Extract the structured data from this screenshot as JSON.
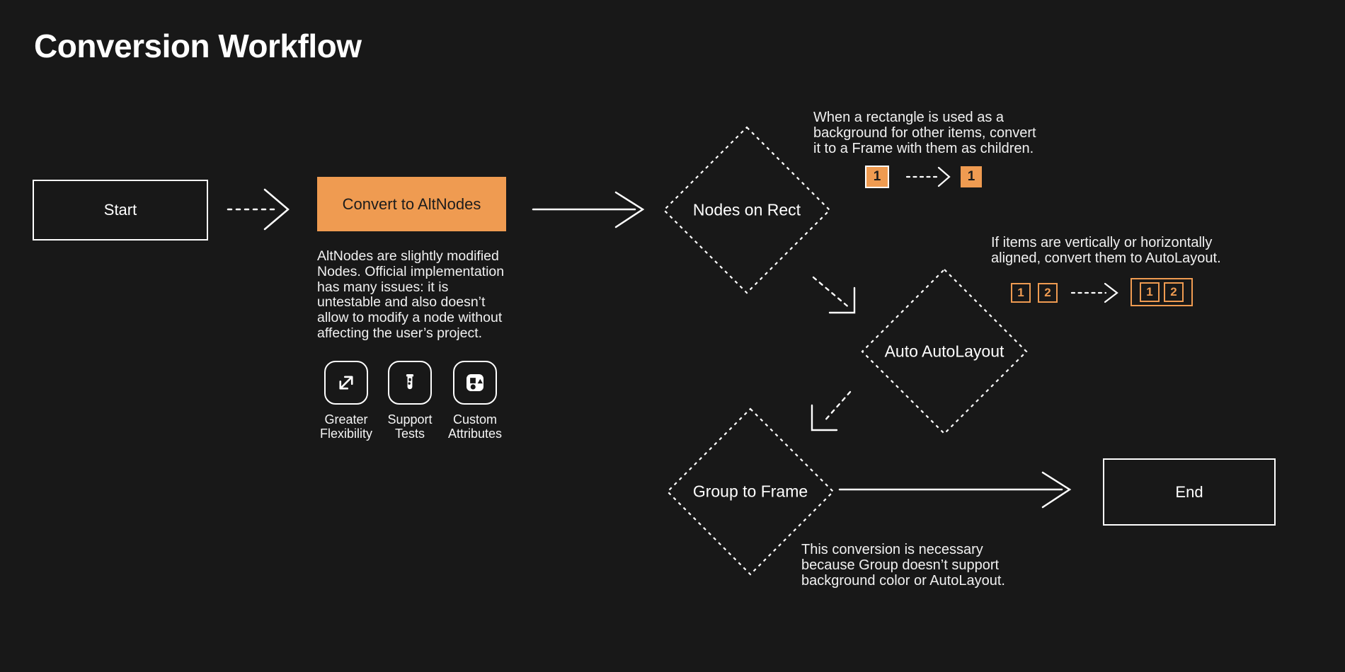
{
  "colors": {
    "background": "#181818",
    "accent": "#EF9B51",
    "stroke": "#FFFFFF"
  },
  "header": {
    "title": "Conversion Workflow"
  },
  "flow": {
    "start": {
      "label": "Start"
    },
    "convert_to_altnodes": {
      "label": "Convert to AltNodes",
      "description": "AltNodes are slightly modified\nNodes. Official implementation\nhas many issues: it is\nuntestable and also doesn’t\nallow to modify a node without\naffecting the user’s project.",
      "features": [
        {
          "icon": "expand-arrows-icon",
          "label": "Greater\nFlexibility"
        },
        {
          "icon": "test-tube-icon",
          "label": "Support\nTests"
        },
        {
          "icon": "shapes-icon",
          "label": "Custom\nAttributes"
        }
      ]
    },
    "nodes_on_rect": {
      "label": "Nodes on Rect",
      "note": "When a rectangle is used as a\nbackground for other items, convert\nit to a Frame with them as children.",
      "example": {
        "before": "1",
        "after": "1"
      }
    },
    "auto_autolayout": {
      "label": "Auto AutoLayout",
      "note": "If items are vertically or horizontally\naligned, convert them to AutoLayout.",
      "example": {
        "before": [
          "1",
          "2"
        ],
        "after": [
          "1",
          "2"
        ]
      }
    },
    "group_to_frame": {
      "label": "Group to Frame",
      "note": "This conversion is necessary\nbecause Group doesn’t support\nbackground color or AutoLayout."
    },
    "end": {
      "label": "End"
    }
  }
}
